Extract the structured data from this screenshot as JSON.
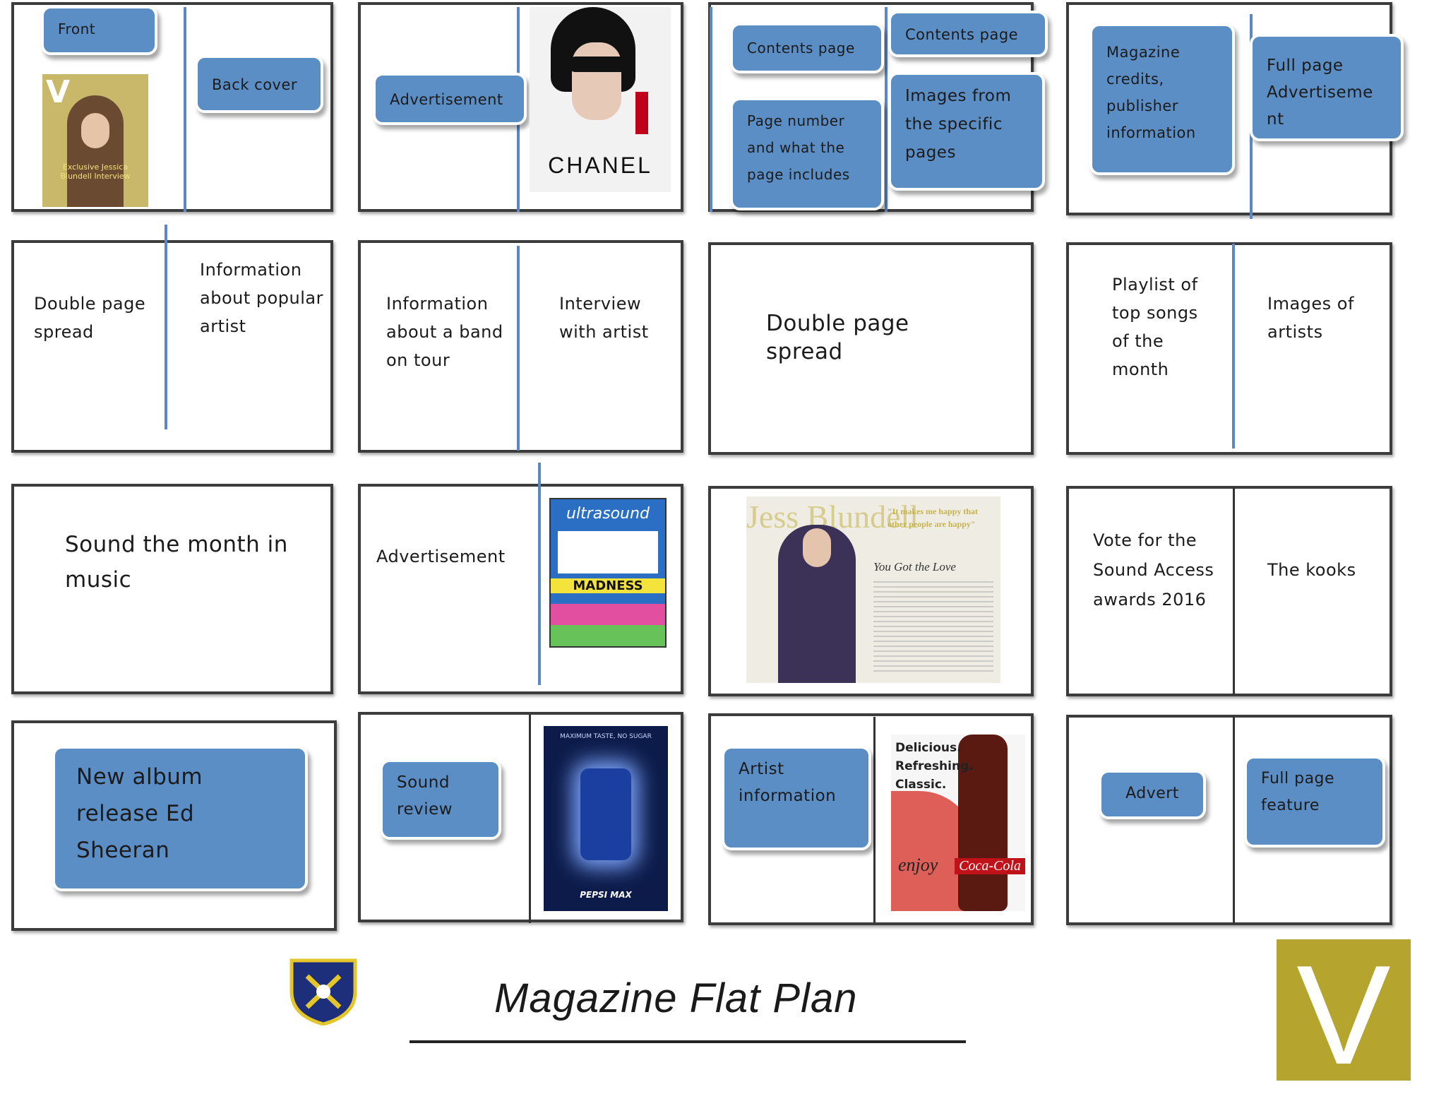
{
  "title": "Magazine Flat Plan",
  "colors": {
    "box_blue": "#5c8ec6",
    "divider": "#5b87c7",
    "cover_gold": "#b5a52e"
  },
  "row1": {
    "p1": {
      "front": "Front",
      "back_cover": "Back cover",
      "cover_letter": "V",
      "cover_caption": "Exclusive Jessica Blundell Interview"
    },
    "p2": {
      "advertisement": "Advertisement",
      "brand": "CHANEL"
    },
    "p3": {
      "contents_a": "Contents page",
      "contents_b": "Contents page",
      "page_number_text": "Page number and what the page includes",
      "images_text": "Images from the specific pages"
    },
    "p4": {
      "credits": "Magazine credits, publisher information",
      "full_page": "Full page Advertiseme nt"
    }
  },
  "row2": {
    "p1": {
      "left": "Double page spread",
      "right": "Information about popular artist"
    },
    "p2": {
      "left": "Information about a band on tour",
      "right": "Interview with artist"
    },
    "p3": {
      "center": "Double page spread"
    },
    "p4": {
      "left": "Playlist of top songs of the month",
      "right": "Images of artists"
    }
  },
  "row3": {
    "p1": {
      "text": "Sound the month in music"
    },
    "p2": {
      "advertisement": "Advertisement",
      "poster_title": "ultrasound",
      "poster_line": "MADNESS"
    },
    "p3": {
      "headline": "Jess Blundell",
      "quote": "\"It makes me happy that other people are happy\"",
      "script": "You Got the Love"
    },
    "p4": {
      "left": "Vote for the Sound Access awards 2016",
      "right": "The kooks"
    }
  },
  "row4": {
    "p1": {
      "text": "New album release Ed Sheeran"
    },
    "p2": {
      "text": "Sound review",
      "poster_top": "MAXIMUM TASTE, NO SUGAR",
      "poster_brand": "PEPSI MAX"
    },
    "p3": {
      "text": "Artist information",
      "ad_text": "Delicious. Refreshing. Classic.",
      "ad_enjoy": "enjoy",
      "ad_brand": "Coca-Cola"
    },
    "p4": {
      "advert": "Advert",
      "full_page": "Full page feature"
    }
  },
  "logo_letter": "V"
}
